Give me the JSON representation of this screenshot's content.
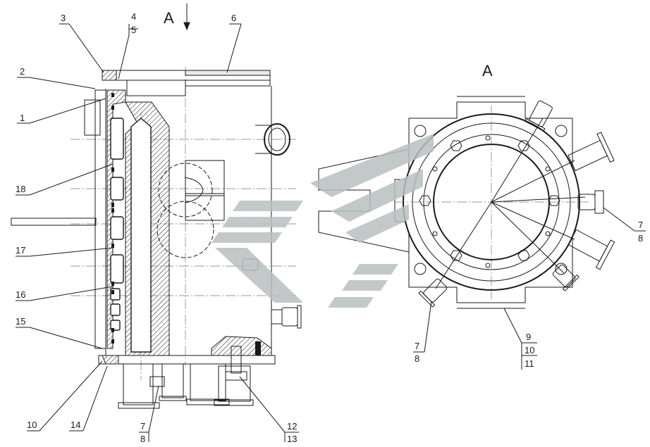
{
  "views": {
    "section_left": {
      "arrow_label": "A",
      "callouts": [
        "1",
        "2",
        "3",
        "4",
        "5",
        "6",
        "7",
        "8",
        "10",
        "12",
        "13",
        "14",
        "15",
        "16",
        "17",
        "18"
      ]
    },
    "view_a": {
      "title": "A",
      "callouts": [
        "7",
        "8",
        "7",
        "8",
        "9",
        "10",
        "11"
      ]
    }
  },
  "watermark": {
    "color": "#b9bfbe"
  }
}
